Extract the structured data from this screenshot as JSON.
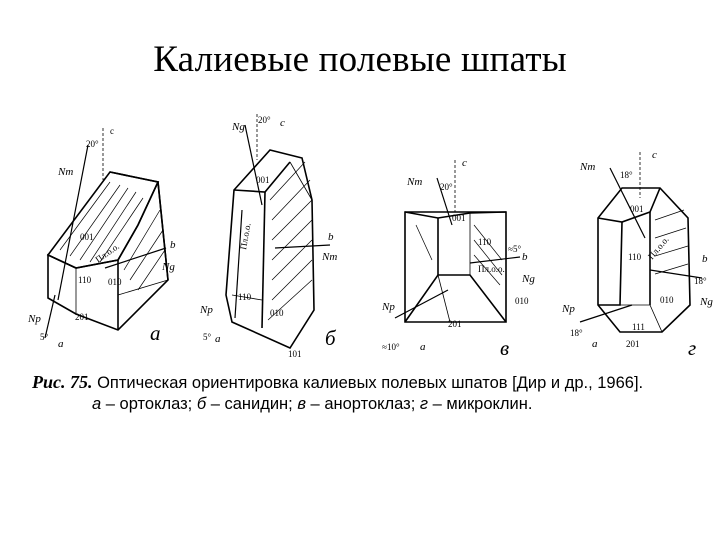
{
  "title": "Калиевые полевые шпаты",
  "figure": {
    "crystals": [
      {
        "letter": "а",
        "labels": {
          "c": "c",
          "angle_top": "20°",
          "nm": "Nm",
          "face1": "001",
          "face2": "110",
          "face3": "010",
          "face4": "201",
          "b": "b",
          "ng": "Ng",
          "np": "Np",
          "a": "a",
          "angle_bottom": "5°",
          "plane": "Пл.о.о."
        }
      },
      {
        "letter": "б",
        "labels": {
          "ng": "Ng",
          "angle_top": "20°",
          "c": "c",
          "face1": "001",
          "face2": "110",
          "face3": "010",
          "face4": "101",
          "b": "b",
          "nm": "Nm",
          "np": "Np",
          "a": "a",
          "angle_bottom": "5°",
          "plane": "Пл.о.о."
        }
      },
      {
        "letter": "в",
        "labels": {
          "c": "c",
          "nm": "Nm",
          "angle_top": "20°",
          "face1": "001",
          "face2": "110",
          "face3": "010",
          "face4": "201",
          "b": "b",
          "angle_right": "≈5°",
          "ng": "Ng",
          "np": "Np",
          "angle_bottom": "≈10°",
          "a": "a",
          "plane": "Пл.о.о."
        }
      },
      {
        "letter": "г",
        "labels": {
          "nm": "Nm",
          "angle_top": "18°",
          "c": "c",
          "face1": "001",
          "face2": "110",
          "face3": "010",
          "face4": "201",
          "face5": "111",
          "b": "b",
          "angle_right": "18°",
          "ng": "Ng",
          "np": "Np",
          "angle_bottom": "18°",
          "a": "a",
          "plane": "Пл.о.о."
        }
      }
    ]
  },
  "caption": {
    "lead": "Рис. 75.",
    "line1_text": " Оптическая ориентировка калиевых полевых шпатов [Дир и др., 1966].",
    "line2": [
      {
        "k": "а",
        "v": " – ортоклаз; "
      },
      {
        "k": "б",
        "v": " – санидин; "
      },
      {
        "k": "в",
        "v": " – анортоклаз; "
      },
      {
        "k": "г",
        "v": " – микроклин."
      }
    ]
  }
}
